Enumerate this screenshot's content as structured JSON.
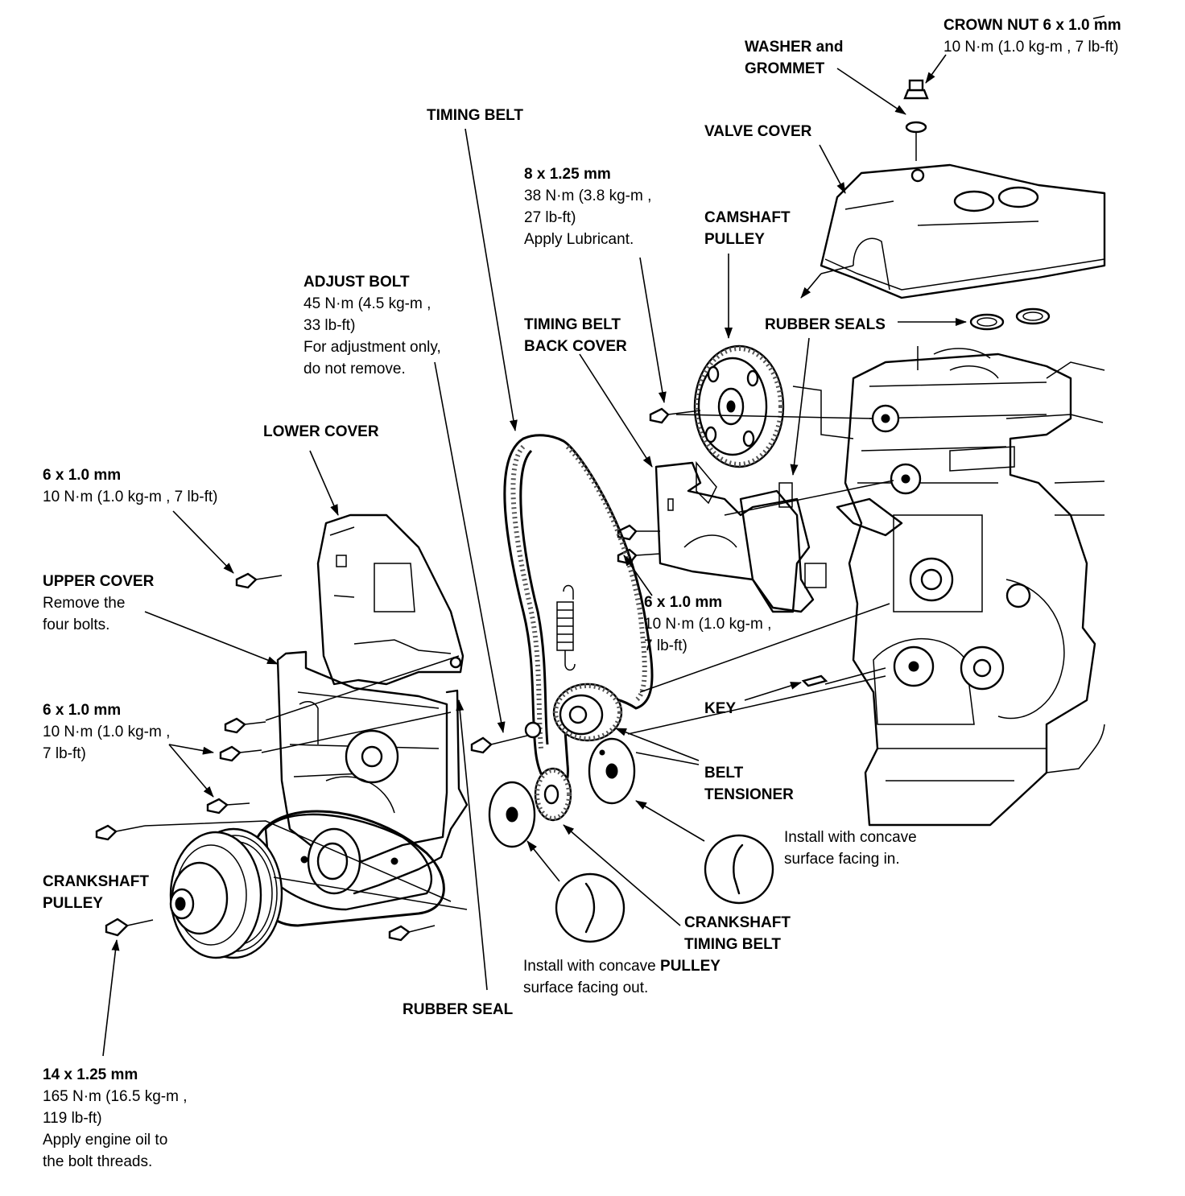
{
  "labels": {
    "crown_nut": {
      "title_bold": "CROWN NUT 6 x 1.0 mm",
      "torque": "10 N·m (1.0 kg-m , 7 lb-ft)"
    },
    "washer_grommet": {
      "line1": "WASHER and",
      "line2": "GROMMET"
    },
    "timing_belt": {
      "title": "TIMING BELT"
    },
    "valve_cover": {
      "title": "VALVE COVER"
    },
    "cam_bolt": {
      "size": "8 x 1.25 mm",
      "torque1": "38 N·m (3.8 kg-m ,",
      "torque2": "27 lb-ft)",
      "note": "Apply Lubricant."
    },
    "camshaft_pulley": {
      "line1": "CAMSHAFT",
      "line2": "PULLEY"
    },
    "adjust_bolt": {
      "title": "ADJUST BOLT",
      "torque1": "45 N·m (4.5 kg-m ,",
      "torque2": "33 lb-ft)",
      "note1": "For adjustment only,",
      "note2": "do not remove."
    },
    "back_cover": {
      "line1": "TIMING BELT",
      "line2": "BACK COVER"
    },
    "rubber_seals": {
      "title": "RUBBER SEALS"
    },
    "lower_cover": {
      "title": "LOWER COVER"
    },
    "bolt_upper_left": {
      "size": "6 x 1.0 mm",
      "torque": "10 N·m (1.0 kg-m , 7 lb-ft)"
    },
    "upper_cover": {
      "title": "UPPER COVER",
      "note1": "Remove the",
      "note2": "four bolts."
    },
    "back_cover_bolt": {
      "size": "6 x 1.0 mm",
      "torque1": "10 N·m (1.0 kg-m ,",
      "torque2": "7 lb-ft)"
    },
    "bolt_mid_left": {
      "size": "6 x 1.0 mm",
      "torque1": "10 N·m (1.0 kg-m ,",
      "torque2": "7 lb-ft)"
    },
    "key": {
      "title": "KEY"
    },
    "belt_tensioner": {
      "line1": "BELT",
      "line2": "TENSIONER"
    },
    "concave_in": {
      "line1": "Install with concave",
      "line2": "surface facing in."
    },
    "crankshaft_pulley": {
      "line1": "CRANKSHAFT",
      "line2": "PULLEY"
    },
    "crank_timing_pulley": {
      "line1": "CRANKSHAFT",
      "line2": "TIMING BELT",
      "line3": "PULLEY"
    },
    "concave_out": {
      "line1_text": "Install with concave",
      "line2": "surface facing out."
    },
    "rubber_seal": {
      "title": "RUBBER SEAL"
    },
    "crank_bolt": {
      "size": "14 x 1.25 mm",
      "torque1": "165 N·m (16.5 kg-m ,",
      "torque2": "119 lb-ft)",
      "note1": "Apply engine oil to",
      "note2": "the bolt threads."
    }
  }
}
